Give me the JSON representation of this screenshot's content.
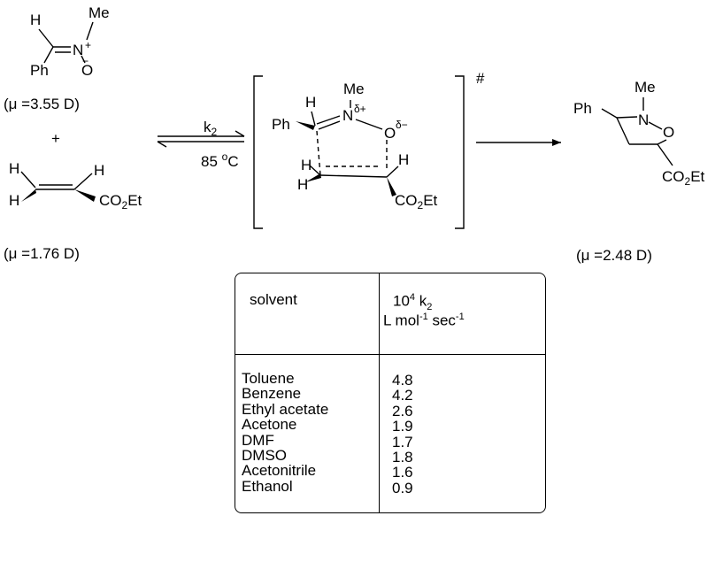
{
  "nitrone": {
    "h": "H",
    "me": "Me",
    "n": "N",
    "n_charge": "+",
    "o": "O",
    "o_charge": "−",
    "ph": "Ph",
    "dipole": "(μ =3.55 D)"
  },
  "plus_sign": "+",
  "acrylate": {
    "h1": "H",
    "h2": "H",
    "h3": "H",
    "co2et_main": "CO",
    "co2et_sub": "2",
    "co2et_tail": "Et",
    "dipole": "(μ =1.76 D)"
  },
  "conditions": {
    "k_main": "k",
    "k_sub": "2",
    "temp_main": "85 ",
    "temp_sup": "o",
    "temp_unit": "C"
  },
  "transition_state": {
    "ph": "Ph",
    "h_top": "H",
    "me": "Me",
    "n": "N",
    "n_charge": "δ+",
    "o": "O",
    "o_charge": "δ−",
    "h_left1": "H",
    "h_left2": "H",
    "h_right": "H",
    "co2et_main": "CO",
    "co2et_sub": "2",
    "co2et_tail": "Et",
    "ts_symbol": "#"
  },
  "product": {
    "ph": "Ph",
    "me": "Me",
    "n": "N",
    "o": "O",
    "co2et_main": "CO",
    "co2et_sub": "2",
    "co2et_tail": "Et",
    "dipole": "(μ =2.48 D)"
  },
  "table": {
    "col1_header": "solvent",
    "col2_header_main": "10",
    "col2_header_sup": "4",
    "col2_header_k": " k",
    "col2_header_sub": "2",
    "units_a": "L mol",
    "units_sup1": "-1",
    "units_b": " sec",
    "units_sup2": "-1",
    "rows": [
      {
        "solvent": "Toluene",
        "k2": "4.8"
      },
      {
        "solvent": "Benzene",
        "k2": "4.2"
      },
      {
        "solvent": "Ethyl acetate",
        "k2": "2.6"
      },
      {
        "solvent": "Acetone",
        "k2": "1.9"
      },
      {
        "solvent": "DMF",
        "k2": "1.7"
      },
      {
        "solvent": "DMSO",
        "k2": "1.8"
      },
      {
        "solvent": "Acetonitrile",
        "k2": "1.6"
      },
      {
        "solvent": "Ethanol",
        "k2": "0.9"
      }
    ]
  }
}
